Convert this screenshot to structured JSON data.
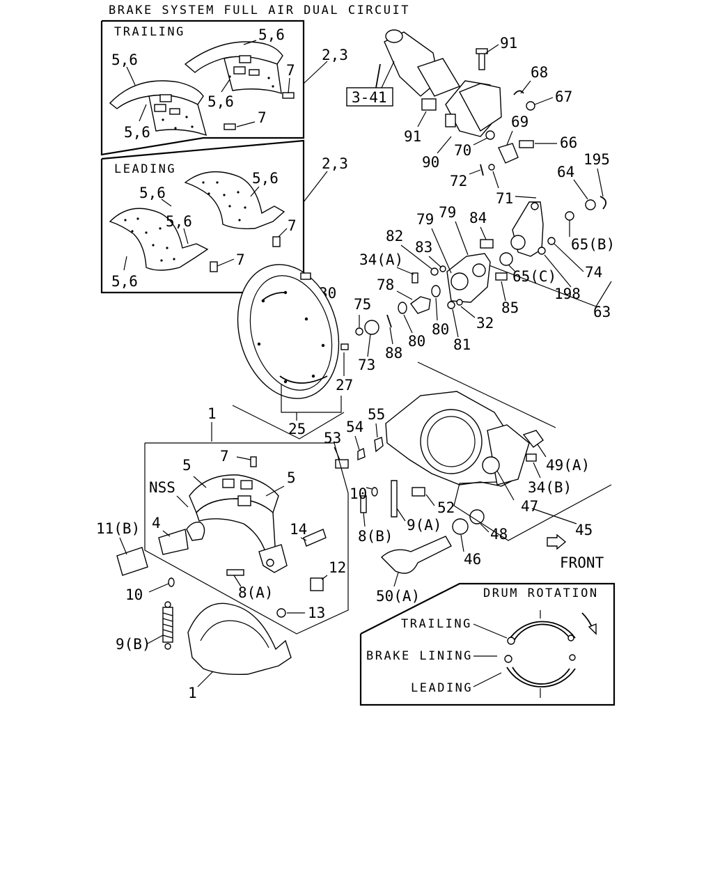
{
  "title": "BRAKE SYSTEM FULL AIR DUAL CIRCUIT",
  "sections": {
    "trailing": "TRAILING",
    "leading": "LEADING"
  },
  "callouts": {
    "c_5_6_t1": "5,6",
    "c_5_6_t2": "5,6",
    "c_5_6_t3": "5,6",
    "c_5_6_t4": "5,6",
    "c_7_t1": "7",
    "c_7_t2": "7",
    "c_2_3_t": "2,3",
    "c_5_6_l1": "5,6",
    "c_5_6_l2": "5,6",
    "c_5_6_l3": "5,6",
    "c_5_6_l4": "5,6",
    "c_7_l1": "7",
    "c_7_l2": "7",
    "c_2_3_l": "2,3",
    "c_91a": "91",
    "c_91b": "91",
    "c_68": "68",
    "c_67": "67",
    "c_3_41": "3-41",
    "c_69": "69",
    "c_66": "66",
    "c_70": "70",
    "c_90": "90",
    "c_72": "72",
    "c_71": "71",
    "c_64": "64",
    "c_195": "195",
    "c_65b": "65(B)",
    "c_65c": "65(C)",
    "c_74": "74",
    "c_198": "198",
    "c_63": "63",
    "c_79a": "79",
    "c_79b": "79",
    "c_84": "84",
    "c_82": "82",
    "c_83": "83",
    "c_34a": "34(A)",
    "c_78": "78",
    "c_85": "85",
    "c_30": "30",
    "c_75": "75",
    "c_32": "32",
    "c_80a": "80",
    "c_80b": "80",
    "c_81": "81",
    "c_73": "73",
    "c_88": "88",
    "c_27": "27",
    "c_25": "25",
    "c_1a": "1",
    "c_55": "55",
    "c_54": "54",
    "c_53": "53",
    "c_7": "7",
    "c_5a": "5",
    "c_5b": "5",
    "c_nss": "NSS",
    "c_4": "4",
    "c_11b": "11(B)",
    "c_14": "14",
    "c_12": "12",
    "c_8a": "8(A)",
    "c_10a": "10",
    "c_13": "13",
    "c_9b": "9(B)",
    "c_1b": "1",
    "c_10b": "10",
    "c_8b": "8(B)",
    "c_9a": "9(A)",
    "c_52": "52",
    "c_49a": "49(A)",
    "c_34b": "34(B)",
    "c_47": "47",
    "c_45": "45",
    "c_48": "48",
    "c_46": "46",
    "c_50a": "50(A)",
    "c_front": "FRONT"
  },
  "drum_box": {
    "title": "DRUM ROTATION",
    "trailing": "TRAILING",
    "brake_lining": "BRAKE LINING",
    "leading": "LEADING"
  },
  "icons": [
    "front-arrow-icon",
    "rotation-arrow-icon"
  ]
}
